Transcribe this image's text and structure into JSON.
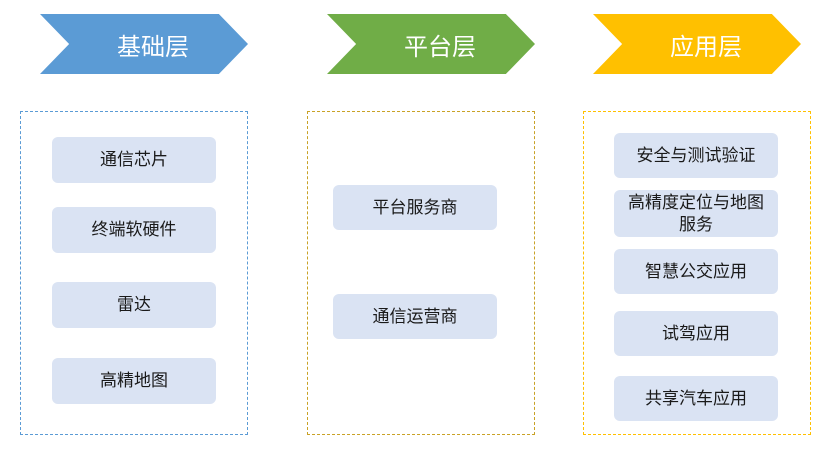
{
  "columns": [
    {
      "header": "基础层",
      "color": "#5b9bd5",
      "items": [
        "通信芯片",
        "终端软硬件",
        "雷达",
        "高精地图"
      ]
    },
    {
      "header": "平台层",
      "color": "#70ad47",
      "items": [
        "平台服务商",
        "通信运营商"
      ]
    },
    {
      "header": "应用层",
      "color": "#ffc000",
      "items": [
        "安全与测试验证",
        "高精度定位与地图服务",
        "智慧公交应用",
        "试驾应用",
        "共享汽车应用"
      ]
    }
  ]
}
